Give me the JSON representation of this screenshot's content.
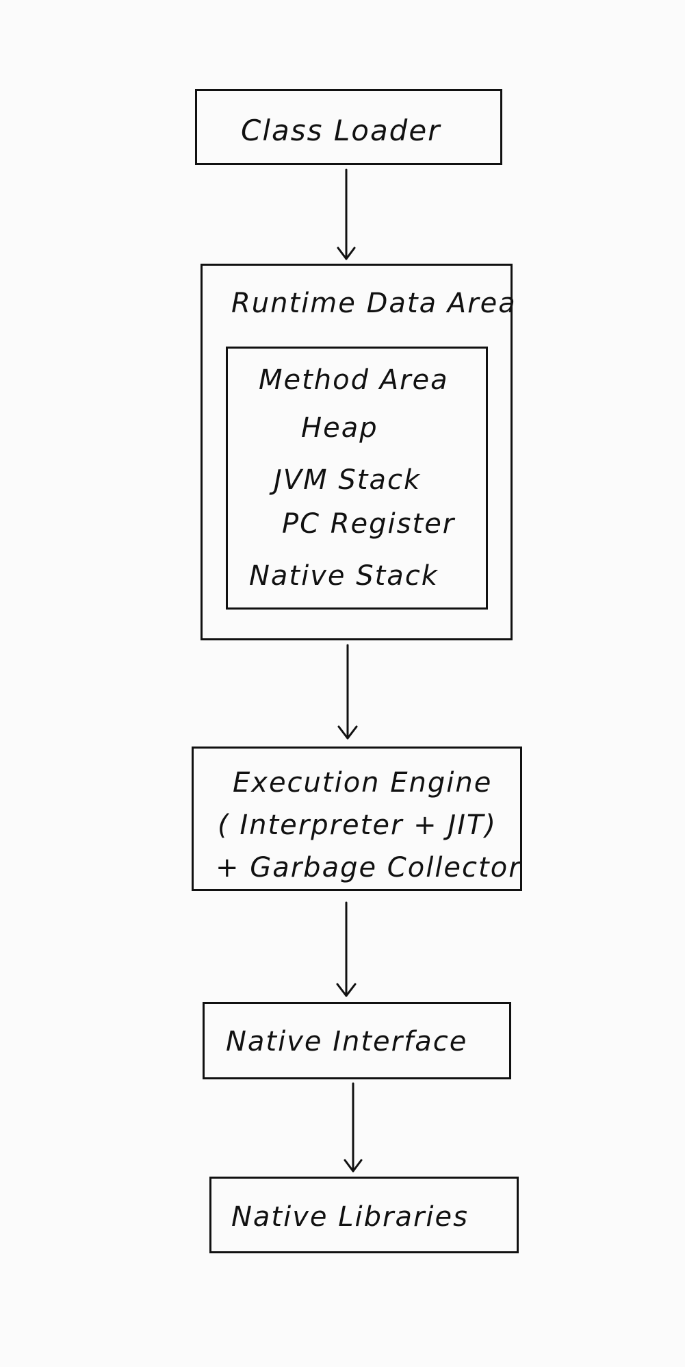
{
  "diagram": {
    "class_loader": {
      "label": "Class Loader"
    },
    "runtime_data_area": {
      "label": "Runtime Data Area",
      "areas": [
        "Method Area",
        "Heap",
        "JVM Stack",
        "PC Register",
        "Native Stack"
      ]
    },
    "execution_engine": {
      "lines": [
        "Execution Engine",
        "( Interpreter + JIT)",
        "+ Garbage Collector"
      ]
    },
    "native_interface": {
      "label": "Native Interface"
    },
    "native_libraries": {
      "label": "Native Libraries"
    },
    "colors": {
      "ink": "#111111",
      "background": "#fbfbfb"
    }
  }
}
